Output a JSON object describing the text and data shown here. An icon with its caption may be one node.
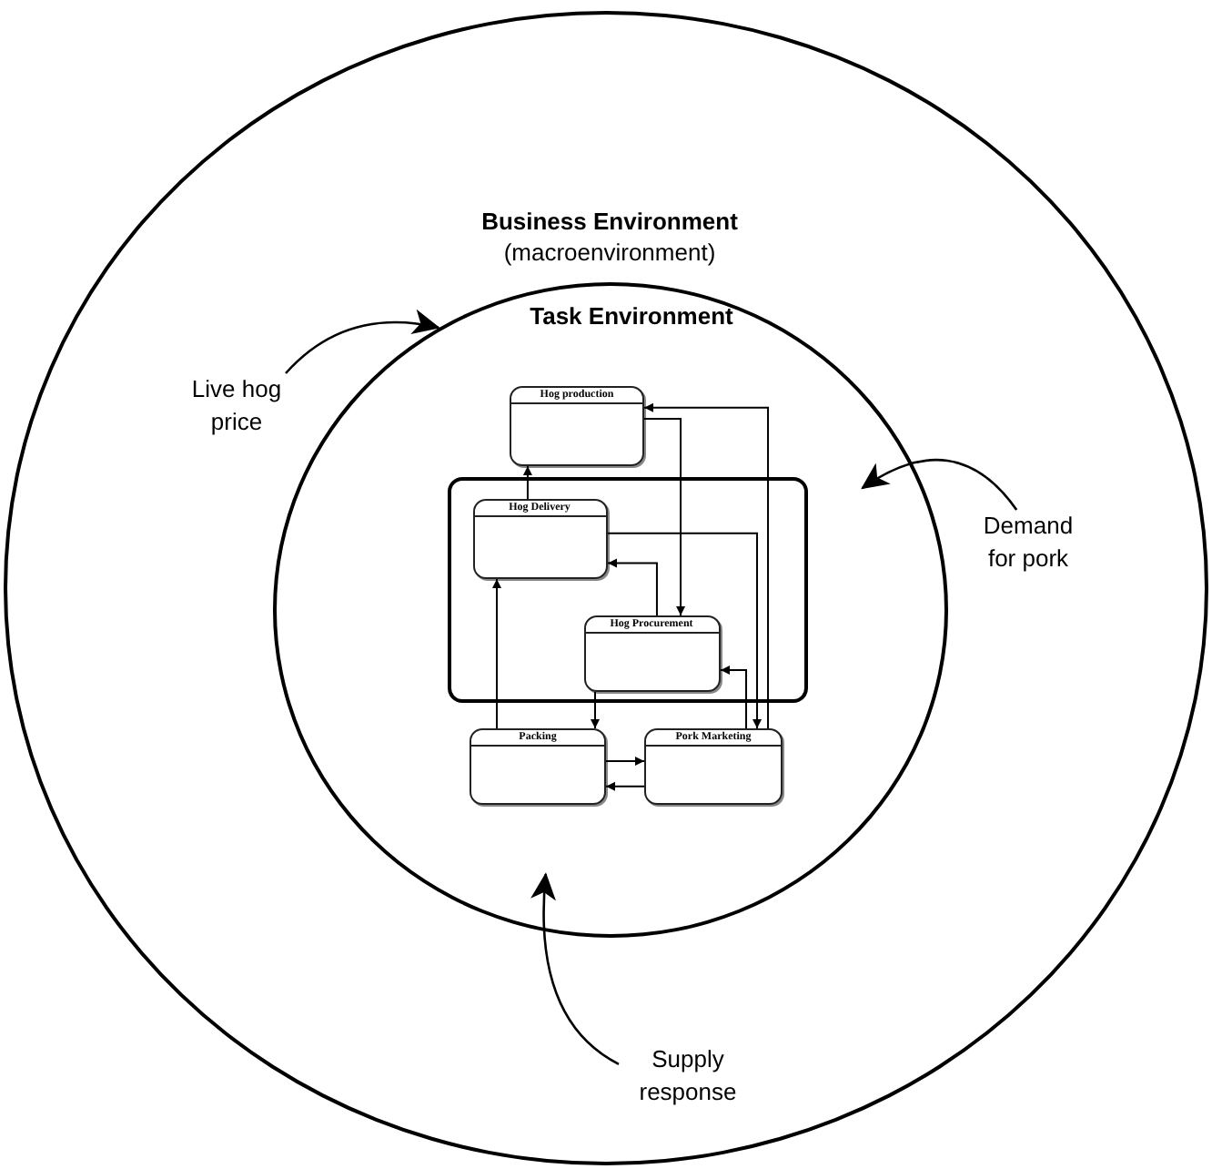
{
  "diagram": {
    "nodes": [
      {
        "text": [
          "Business Environment",
          "(macroenvironment)"
        ]
      },
      {
        "text": [
          "Task Environment"
        ],
        "in": 0
      },
      {
        "text": [],
        "shape": "box",
        "in": 1
      },
      {
        "text": [
          "Hog production"
        ],
        "in": 1
      },
      {
        "text": [
          "Hog Delivery"
        ],
        "in": 2
      },
      {
        "text": [
          "Hog Procurement"
        ],
        "in": 2
      },
      {
        "text": [
          "Packing"
        ],
        "in": 1
      },
      {
        "text": [
          "Pork Marketing"
        ],
        "in": 1
      },
      {
        "text": [
          "Live hog price"
        ],
        "in": 0
      },
      {
        "text": [
          "Demand for pork"
        ],
        "in": 0
      },
      {
        "text": [
          "Supply response"
        ],
        "in": 0
      }
    ],
    "edges": [
      {
        "from": 4,
        "to": 3,
        "arrow": "to"
      },
      {
        "from": 3,
        "to": 5,
        "arrow": "to"
      },
      {
        "from": 7,
        "to": 3,
        "arrow": "to"
      },
      {
        "from": 4,
        "to": 7,
        "arrow": "to"
      },
      {
        "from": 5,
        "to": 4,
        "arrow": "to"
      },
      {
        "from": 7,
        "to": 5,
        "arrow": "to"
      },
      {
        "from": 5,
        "to": 6,
        "arrow": "to"
      },
      {
        "from": 6,
        "to": 4,
        "arrow": "to"
      },
      {
        "from": 6,
        "to": 7,
        "arrow": "to"
      },
      {
        "from": 7,
        "to": 6,
        "arrow": "to"
      },
      {
        "from": 8,
        "to": 1,
        "arrow": "to"
      },
      {
        "from": 9,
        "to": 1,
        "arrow": "to"
      },
      {
        "from": 10,
        "to": 1,
        "arrow": "to"
      }
    ]
  }
}
